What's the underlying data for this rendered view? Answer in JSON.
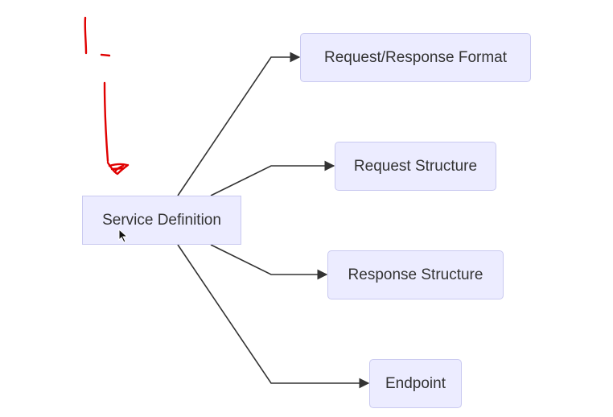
{
  "colors": {
    "node_fill": "#ececff",
    "node_border": "#c9c9f0",
    "edge": "#333333",
    "annotation": "#e00000",
    "text": "#333333"
  },
  "diagram": {
    "type": "flowchart",
    "direction": "left-to-right",
    "root": {
      "label": "Service Definition"
    },
    "children": [
      {
        "label": "Request/Response Format"
      },
      {
        "label": "Request Structure"
      },
      {
        "label": "Response Structure"
      },
      {
        "label": "Endpoint"
      }
    ]
  },
  "annotation": {
    "description": "hand-drawn red pen arrow pointing down toward the root node"
  },
  "cursor": {
    "icon": "mouse-pointer-icon"
  }
}
